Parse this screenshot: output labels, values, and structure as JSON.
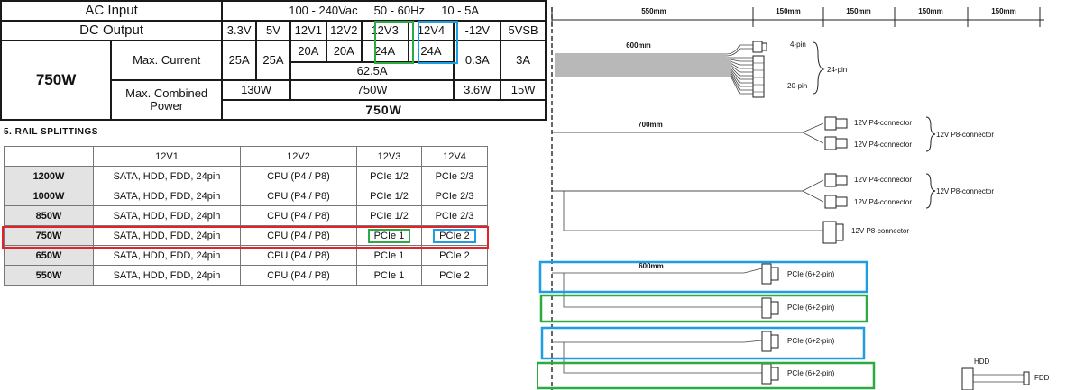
{
  "spec_table": {
    "ac_input": {
      "label": "AC Input",
      "voltage": "100 - 240Vac",
      "freq": "50 - 60Hz",
      "current": "10 - 5A"
    },
    "dc_output": {
      "label": "DC Output",
      "rails": [
        "3.3V",
        "5V",
        "12V1",
        "12V2",
        "12V3",
        "12V4",
        "-12V",
        "5VSB"
      ]
    },
    "wattage": "750W",
    "max_current": {
      "label": "Max. Current",
      "values": [
        "25A",
        "25A",
        "20A",
        "20A",
        "24A",
        "24A",
        "0.3A",
        "3A"
      ],
      "combined_12v": "62.5A"
    },
    "max_combined_power": {
      "label": "Max. Combined Power",
      "low": "130W",
      "twelve": "750W",
      "neg12": "3.6W",
      "vsb": "15W",
      "total": "750W"
    }
  },
  "rail_splittings": {
    "title": "5.    RAIL SPLITTINGS",
    "columns": [
      "12V1",
      "12V2",
      "12V3",
      "12V4"
    ],
    "rows": [
      {
        "model": "1200W",
        "cells": [
          "SATA, HDD, FDD, 24pin",
          "CPU (P4 / P8)",
          "PCIe 1/2",
          "PCIe 2/3"
        ]
      },
      {
        "model": "1000W",
        "cells": [
          "SATA, HDD, FDD, 24pin",
          "CPU (P4 / P8)",
          "PCIe 1/2",
          "PCIe 2/3"
        ]
      },
      {
        "model": "850W",
        "cells": [
          "SATA, HDD, FDD, 24pin",
          "CPU (P4 / P8)",
          "PCIe 1/2",
          "PCIe 2/3"
        ]
      },
      {
        "model": "750W",
        "cells": [
          "SATA, HDD, FDD, 24pin",
          "CPU (P4 / P8)",
          "PCIe 1",
          "PCIe 2"
        ]
      },
      {
        "model": "650W",
        "cells": [
          "SATA, HDD, FDD, 24pin",
          "CPU (P4 / P8)",
          "PCIe 1",
          "PCIe 2"
        ]
      },
      {
        "model": "550W",
        "cells": [
          "SATA, HDD, FDD, 24pin",
          "CPU (P4 / P8)",
          "PCIe 1",
          "PCIe 2"
        ]
      }
    ]
  },
  "cable_diagram": {
    "dimensions": [
      "550mm",
      "150mm",
      "150mm",
      "150mm",
      "150mm"
    ],
    "atx": {
      "length": "600mm",
      "pin4": "4-pin",
      "pin20": "20-pin",
      "pin24": "24-pin"
    },
    "cpu1": {
      "length": "700mm",
      "p4a": "12V P4-connector",
      "p4b": "12V P4-connector",
      "p8": "12V P8-connector"
    },
    "cpu2": {
      "p4a": "12V P4-connector",
      "p4b": "12V P4-connector",
      "p8": "12V P8-connector",
      "p8_single": "12V P8-connector"
    },
    "pcie": {
      "length": "600mm",
      "labels": [
        "PCIe (6+2-pin)",
        "PCIe (6+2-pin)",
        "PCIe (6+2-pin)",
        "PCIe (6+2-pin)"
      ]
    },
    "hdd": {
      "label": "HDD",
      "fdd": "FDD"
    }
  },
  "highlight_colors": {
    "green": "#2eaa44",
    "blue": "#1e9ee0",
    "red": "#e3232b"
  }
}
